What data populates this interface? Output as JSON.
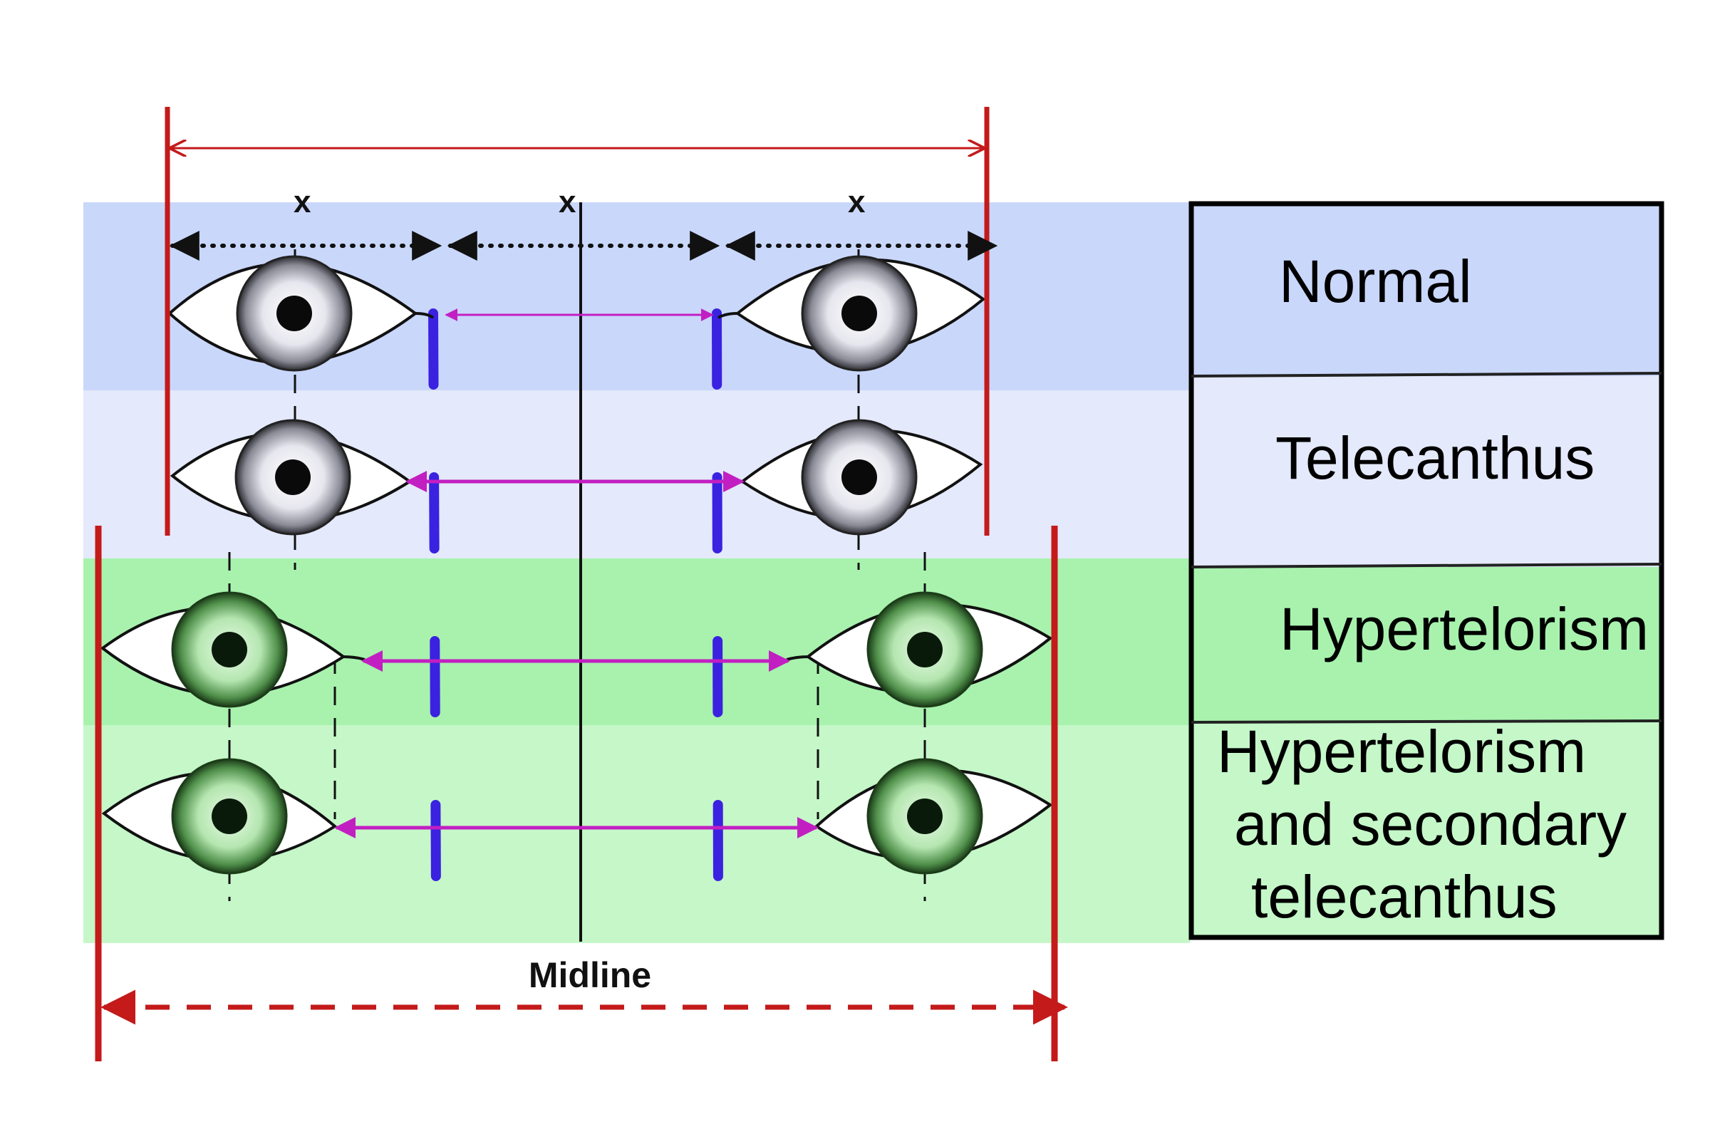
{
  "diagram": {
    "x_labels": [
      "x",
      "x",
      "x"
    ],
    "midline_label": "Midline",
    "rows": [
      {
        "label_lines": [
          "Normal"
        ],
        "tint": "blue"
      },
      {
        "label_lines": [
          "Telecanthus"
        ],
        "tint": "lightblue"
      },
      {
        "label_lines": [
          "Hypertelorism"
        ],
        "tint": "green"
      },
      {
        "label_lines": [
          "Hypertelorism",
          "and secondary",
          "telecanthus"
        ],
        "tint": "lightgreen"
      }
    ]
  },
  "colors": {
    "row_blue": "#c9d7fb",
    "row_lightblue": "#e4e9fb",
    "row_green": "#a8f2ae",
    "row_lightgreen": "#c5f7c8",
    "red_lines": "#c41a1a",
    "blue_canthus_lines": "#3a22e0",
    "magenta_arrows": "#c21fc2",
    "midline": "#111111"
  }
}
